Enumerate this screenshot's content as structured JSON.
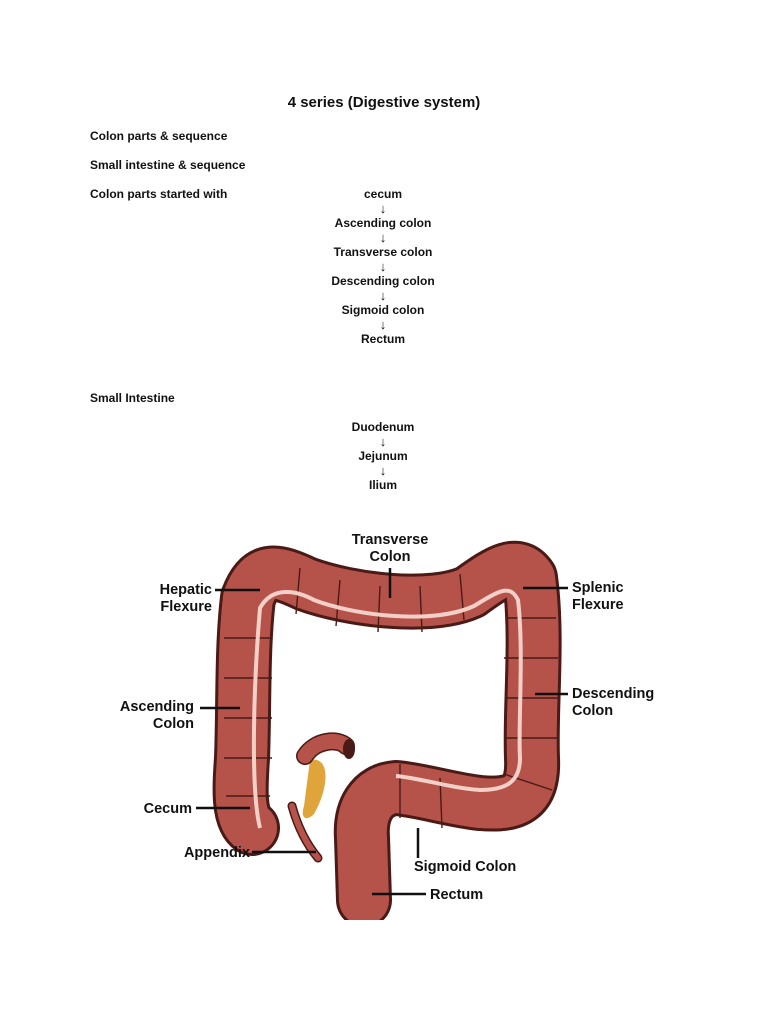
{
  "title": "4 series (Digestive system)",
  "lines": [
    "Colon parts & sequence",
    "Small intestine & sequence",
    "Colon parts started with"
  ],
  "arrow_glyph": "↓",
  "colon_sequence": [
    "cecum",
    "Ascending colon",
    "Transverse colon",
    "Descending colon",
    "Sigmoid colon",
    "Rectum"
  ],
  "small_intestine_heading": "Small Intestine",
  "small_intestine_sequence": [
    "Duodenum",
    "Jejunum",
    "Ilium"
  ],
  "diagram": {
    "labels": {
      "transverse_1": "Transverse",
      "transverse_2": "Colon",
      "hepatic_1": "Hepatic",
      "hepatic_2": "Flexure",
      "splenic_1": "Splenic",
      "splenic_2": "Flexure",
      "ascending_1": "Ascending",
      "ascending_2": "Colon",
      "descending_1": "Descending",
      "descending_2": "Colon",
      "cecum": "Cecum",
      "appendix": "Appendix",
      "sigmoid": "Sigmoid Colon",
      "rectum": "Rectum"
    },
    "colors": {
      "colon_fill": "#b5534a",
      "colon_outline": "#4a1a16",
      "mucosa_line": "#f2d0c8",
      "fat": "#e0a53a"
    }
  }
}
